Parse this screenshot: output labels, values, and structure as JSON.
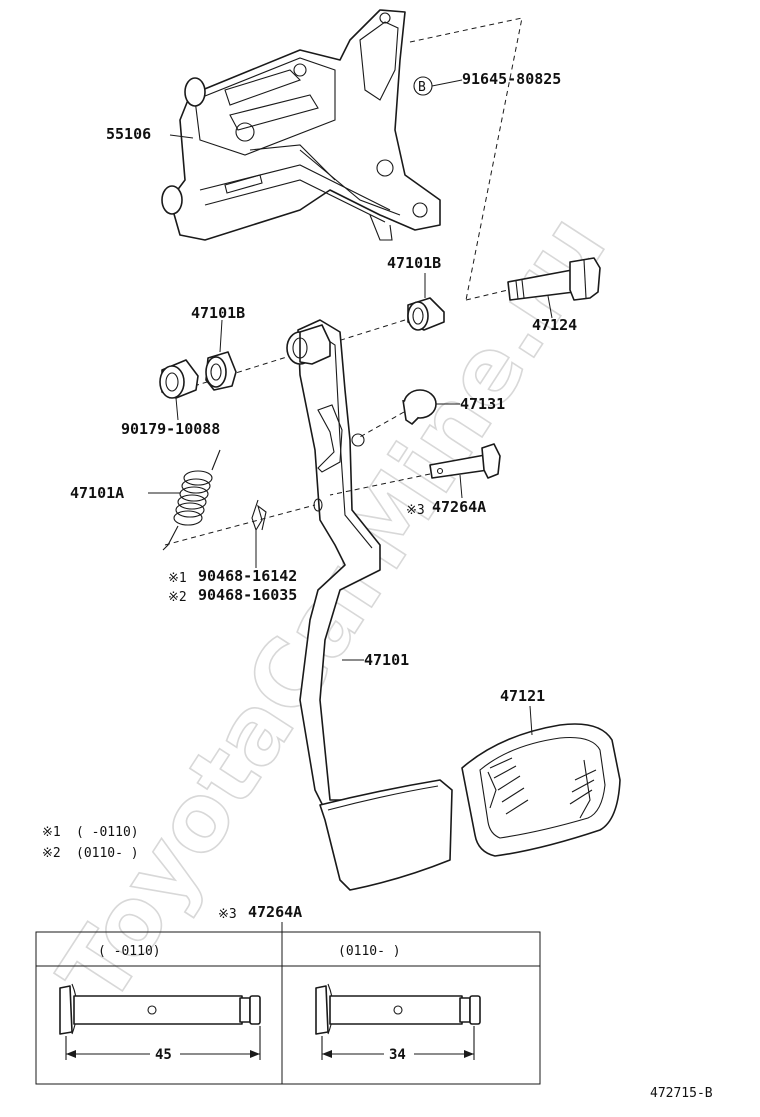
{
  "watermark": "ToyotaCarMine.ru",
  "labels": {
    "p55106": "55106",
    "p91645": "91645-80825",
    "circle_b": "B",
    "p47101b_top": "47101B",
    "p47124": "47124",
    "p47101b_left": "47101B",
    "p47131": "47131",
    "p90179": "90179-10088",
    "p47101a": "47101A",
    "p47264a": "47264A",
    "ref3": "※3",
    "ref1": "※1",
    "p90468_1": "90468-16142",
    "ref2": "※2",
    "p90468_2": "90468-16035",
    "p47101": "47101",
    "p47121": "47121"
  },
  "notes": {
    "n1_mark": "※1",
    "n1_text": "(      -0110)",
    "n2_mark": "※2",
    "n2_text": "(0110-      )"
  },
  "detail_table": {
    "ref": "※3",
    "part": "47264A",
    "col1_header": "(      -0110)",
    "col2_header": "(0110-      )",
    "col1_dim": "45",
    "col2_dim": "34"
  },
  "figure_code": "472715-B"
}
